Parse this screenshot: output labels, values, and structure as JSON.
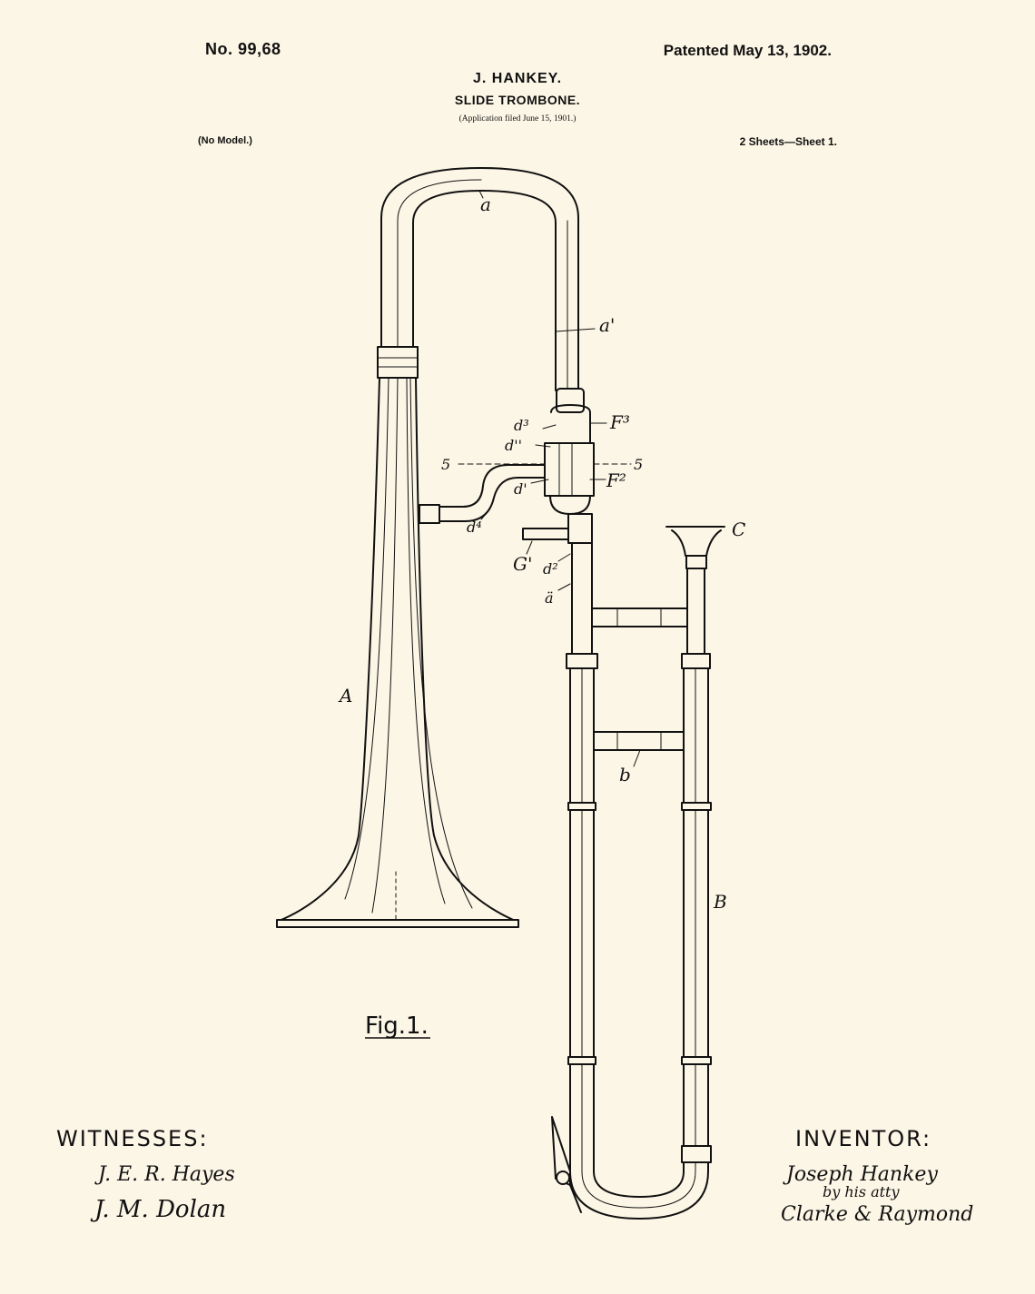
{
  "header": {
    "number": "No. 99,68",
    "patented": "Patented May 13, 1902.",
    "inventor": "J. HANKEY.",
    "subject": "SLIDE TROMBONE.",
    "filed": "(Application filed June 15, 1901.)",
    "model": "(No Model.)",
    "sheets": "2 Sheets—Sheet 1."
  },
  "labels": {
    "a": "a",
    "a1": "a'",
    "d3": "d³",
    "d2": "d''",
    "F3": "F³",
    "five_left": "5",
    "five_right": "5",
    "F2": "F²",
    "d1": "d'",
    "d4": "d⁴",
    "C": "C",
    "G": "G'",
    "d5": "d²",
    "a_bar": "ä",
    "A": "A",
    "b": "b",
    "B": "B"
  },
  "figure_caption": "Fig.1.",
  "witnesses": {
    "title": "WITNESSES:",
    "signature1": "J. E. R. Hayes",
    "signature2": "J. M. Dolan"
  },
  "inventor_block": {
    "title": "INVENTOR:",
    "signature1": "Joseph Hankey",
    "signature2": "by his atty",
    "signature3": "Clarke & Raymond"
  }
}
